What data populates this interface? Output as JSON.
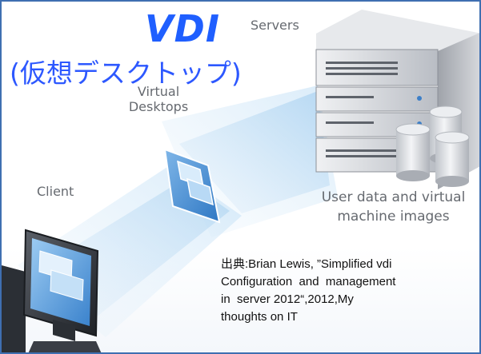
{
  "title": {
    "main": "VDI",
    "sub": "(仮想デスクトップ)"
  },
  "labels": {
    "servers": "Servers",
    "virtual_desktops_line1": "Virtual",
    "virtual_desktops_line2": "Desktops",
    "client": "Client",
    "user_data_line1": "User data and virtual",
    "user_data_line2": "machine images"
  },
  "credit": {
    "line1": "出典:Brian Lewis, ”Simplified vdi",
    "line2": "Configuration  and  management",
    "line3": "in  server 2012“,2012,My",
    "line4": "thoughts on IT"
  },
  "colors": {
    "border": "#3f6fb1",
    "title": "#1f5fff",
    "beam": "#8fc3ec",
    "server_body": "#c9ccd2"
  },
  "icons": [
    "server-rack-icon",
    "database-cylinders-icon",
    "virtual-desktop-icon",
    "client-pc-icon"
  ]
}
